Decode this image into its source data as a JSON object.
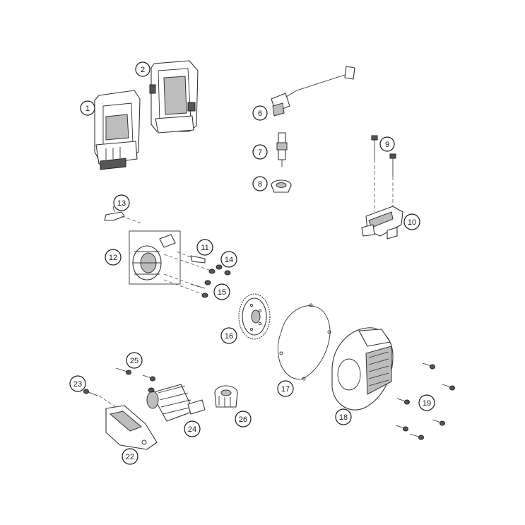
{
  "diagram": {
    "callouts": [
      {
        "id": "c1",
        "label": "1"
      },
      {
        "id": "c2",
        "label": "2"
      },
      {
        "id": "c6",
        "label": "6"
      },
      {
        "id": "c7",
        "label": "7"
      },
      {
        "id": "c8",
        "label": "8"
      },
      {
        "id": "c9",
        "label": "9"
      },
      {
        "id": "c10",
        "label": "10"
      },
      {
        "id": "c11",
        "label": "11"
      },
      {
        "id": "c12",
        "label": "12"
      },
      {
        "id": "c13",
        "label": "13"
      },
      {
        "id": "c14",
        "label": "14"
      },
      {
        "id": "c15",
        "label": "15"
      },
      {
        "id": "c16",
        "label": "16"
      },
      {
        "id": "c17",
        "label": "17"
      },
      {
        "id": "c18",
        "label": "18"
      },
      {
        "id": "c19",
        "label": "19"
      },
      {
        "id": "c22",
        "label": "22"
      },
      {
        "id": "c23",
        "label": "23"
      },
      {
        "id": "c24",
        "label": "24"
      },
      {
        "id": "c25",
        "label": "25"
      },
      {
        "id": "c26",
        "label": "26"
      }
    ]
  },
  "colors": {
    "line": "#333333",
    "background": "#ffffff",
    "shade": "#bdbdbd"
  }
}
